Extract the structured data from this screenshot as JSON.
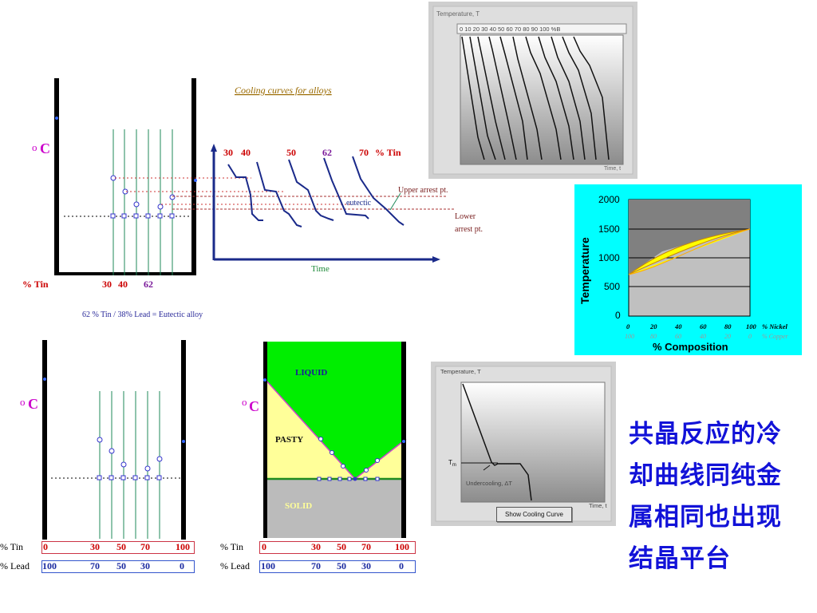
{
  "panel_a": {
    "unit_label": "C",
    "axis_label": "% Tin",
    "comp_labels": [
      "30",
      "40"
    ],
    "comp_62": "62"
  },
  "cooling": {
    "title": "Cooling curves for alloys",
    "curve_labels": [
      "30",
      "40",
      "50",
      "62",
      "70"
    ],
    "pct_tin": "% Tin",
    "eutectic": "eutectic",
    "upper": "Upper arrest pt.",
    "lower_1": "Lower",
    "lower_2": "arrest pt.",
    "time": "Time"
  },
  "eutectic_note": "62 % Tin / 38% Lead = Eutectic alloy",
  "panel_b": {
    "unit_label": "C",
    "tin_label": "% Tin",
    "lead_label": "% Lead",
    "tin_values": [
      "0",
      "30",
      "50",
      "70",
      "100"
    ],
    "lead_values": [
      "100",
      "70",
      "50",
      "30",
      "0"
    ]
  },
  "panel_c": {
    "unit_label": "C",
    "liquid": "LIQUID",
    "pasty": "PASTY",
    "solid": "SOLID",
    "tin_label": "% Tin",
    "lead_label": "% Lead",
    "tin_values": [
      "0",
      "30",
      "50",
      "70",
      "100"
    ],
    "lead_values": [
      "100",
      "70",
      "50",
      "30",
      "0"
    ]
  },
  "gray_panel": {
    "y_label": "Temperature, T",
    "scale": "0  10  20 30 40 50  60 70 80 90 100 %B",
    "x_label": "Time, t"
  },
  "nickel_chart": {
    "y_title": "Temperature",
    "y_ticks": [
      "2000",
      "1500",
      "1000",
      "500",
      "0"
    ],
    "x_ticks": [
      "0",
      "20",
      "40",
      "60",
      "80",
      "100"
    ],
    "x_ticks_copper": [
      "100",
      "80",
      "60",
      "40",
      "20",
      "0"
    ],
    "nickel_label": "% Nickel",
    "copper_label": "% Copper",
    "x_title": "% Composition"
  },
  "undercooling_panel": {
    "y_label": "Temperature, T",
    "tm_label": "T",
    "tm_sub": "m",
    "undercooling_label": "Undercooling, ΔT",
    "x_label": "Time, t",
    "button_label": "Show Cooling Curve"
  },
  "chinese_text": [
    "共晶反应的冷",
    "却曲线同纯金",
    "属相同也出现",
    "结晶平台"
  ],
  "colors": {
    "red_label": "#cc0000",
    "purple_label": "#7a1a9a",
    "magenta_degree": "#cc00cc",
    "blue_text": "#1212d8",
    "cyan_bg": "#00ffff",
    "liquid_green": "#00ee00",
    "pasty_yellow": "#ffff99",
    "solid_gray": "#bbbbbb"
  }
}
